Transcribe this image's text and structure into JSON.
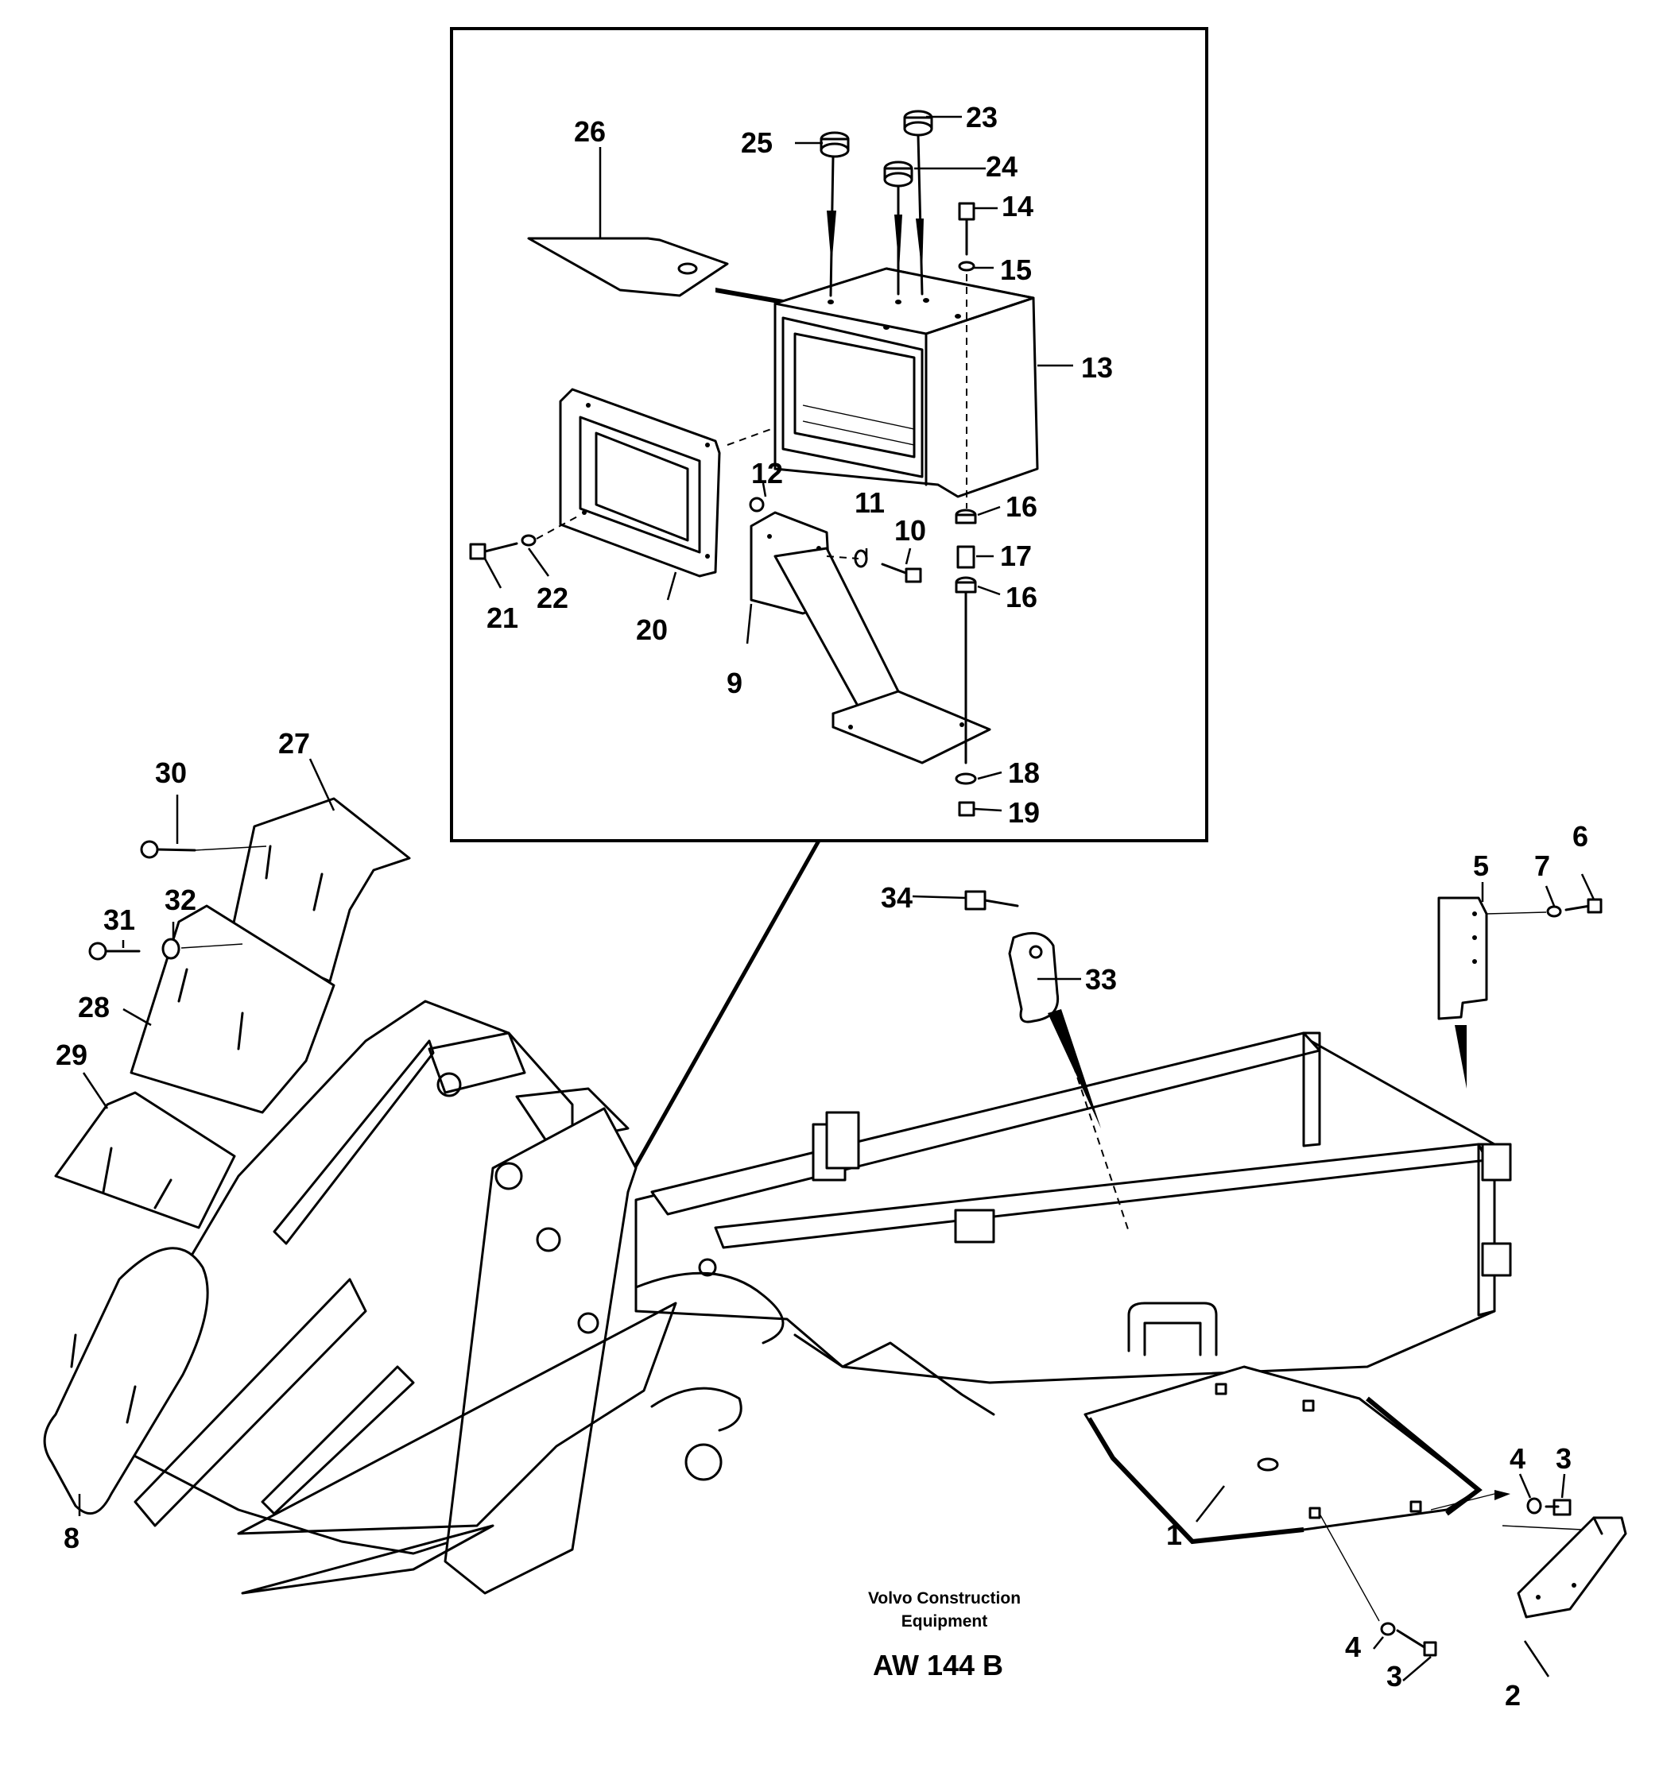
{
  "callouts": [
    "1",
    "2",
    "3",
    "3",
    "4",
    "4",
    "5",
    "6",
    "7",
    "8",
    "9",
    "10",
    "11",
    "12",
    "13",
    "14",
    "15",
    "16",
    "16",
    "17",
    "18",
    "19",
    "20",
    "21",
    "22",
    "23",
    "24",
    "25",
    "26",
    "27",
    "28",
    "29",
    "30",
    "31",
    "32",
    "33",
    "34"
  ],
  "caption": {
    "line1": "Volvo Construction",
    "line2": "Equipment"
  },
  "drawing_code": "AW 144 B"
}
